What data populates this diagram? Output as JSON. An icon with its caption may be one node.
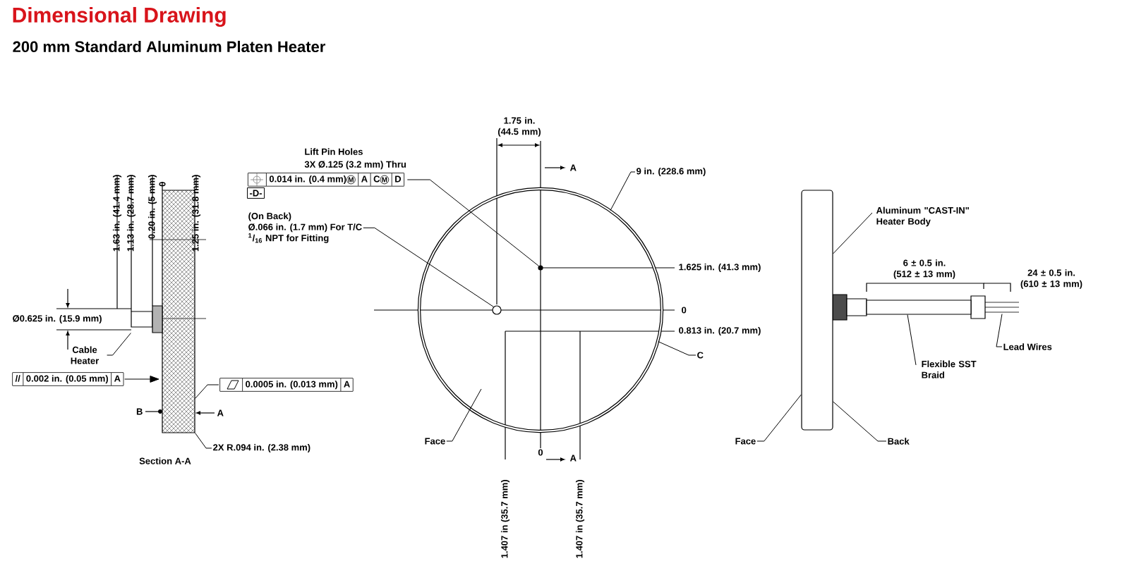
{
  "diagram": {
    "title": "Dimensional Drawing",
    "nodes": [
      {
        "text": [],
        "shape": "box"
      },
      {
        "text": [],
        "shape": "picture"
      },
      {
        "text": [],
        "shape": "circle"
      },
      {
        "text": [],
        "shape": "box"
      },
      {
        "text": [],
        "shape": "bar"
      },
      {
        "text": [],
        "shape": "picture"
      },
      {
        "text": [
          "Cable Heater"
        ]
      },
      {
        "text": [
          "//",
          "0.002 in. (0.05 mm)",
          "A"
        ]
      },
      {
        "text": [
          "0.0005 in. (0.013 mm)",
          "A"
        ]
      },
      {
        "text": [
          "2X R.094 in. (2.38 mm)"
        ]
      },
      {
        "text": [
          "Lift Pin Holes",
          "3X Ø.125 (3.2 mm) Thru",
          "0.014 in. (0.4 mm)",
          "M",
          "A",
          "C",
          "M",
          "D"
        ]
      },
      {
        "text": [
          "(On Back)",
          "Ø.066 in. (1.7 mm) For T/C",
          "$^{1}$/$_{16}$ NPT for Fitting"
        ]
      },
      {
        "text": [
          "9 in. (228.6 mm)"
        ]
      },
      {
        "text": [
          "C"
        ]
      },
      {
        "text": [
          "Face"
        ]
      },
      {
        "text": [
          "Aluminum \"CAST-IN\" Heater Body"
        ]
      },
      {
        "text": [
          "Flexible SST Braid"
        ]
      },
      {
        "text": [
          "Lead Wires"
        ]
      },
      {
        "text": [
          "Face"
        ]
      },
      {
        "text": [
          "Back"
        ]
      },
      {
        "text": [],
        "shape": "circle",
        "in": 2
      },
      {
        "text": [],
        "shape": "circle",
        "in": 2
      }
    ],
    "edges": [
      {
        "from": 6,
        "to": 1,
        "arrow": "none"
      },
      {
        "from": 7,
        "to": 0,
        "arrow": "to"
      },
      {
        "from": 8,
        "to": 0,
        "arrow": "none"
      },
      {
        "from": 9,
        "to": 0,
        "arrow": "none"
      },
      {
        "from": 10,
        "to": 20,
        "arrow": "none"
      },
      {
        "from": 11,
        "to": 21,
        "arrow": "none"
      },
      {
        "from": 12,
        "to": 2,
        "arrow": "none"
      },
      {
        "from": 13,
        "to": 2,
        "arrow": "none"
      },
      {
        "from": 14,
        "to": 2,
        "arrow": "none"
      },
      {
        "from": 15,
        "to": 3,
        "arrow": "none"
      },
      {
        "from": 16,
        "to": 4,
        "arrow": "none"
      },
      {
        "from": 17,
        "to": 5,
        "arrow": "none"
      },
      {
        "from": 18,
        "to": 3,
        "arrow": "none"
      },
      {
        "from": 19,
        "to": 3,
        "arrow": "none"
      }
    ],
    "labels": [
      "200 mm Standard Aluminum Platen Heater",
      "1.63 in. (41.4 mm)",
      "1.13 in. (28.7 mm)",
      "0.20 in. (5 mm)",
      "0",
      "1.25 in. (31.8 mm)",
      "1.75 in. (44.5 mm)",
      "A",
      "-D-",
      "1.625 in. (41.3 mm)",
      "0",
      "0.813 in. (20.7 mm)",
      "6 ± 0.5 in. (512 ± 13 mm)",
      "24 ± 0.5 in. (610 ± 13 mm)",
      "Ø0.625 in. (15.9 mm)",
      "B",
      "A",
      "Section A-A",
      "0",
      "A",
      "1.407 in (35.7 mm)",
      "1.407 in (35.7 mm)"
    ]
  }
}
